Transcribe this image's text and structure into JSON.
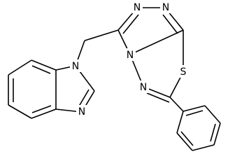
{
  "molecule": {
    "atoms": [
      {
        "id": "N_tri_top_left",
        "symbol": "N"
      },
      {
        "id": "N_tri_top_right",
        "symbol": "N"
      },
      {
        "id": "N_bzim_1",
        "symbol": "N"
      },
      {
        "id": "N_bzim_3",
        "symbol": "N"
      },
      {
        "id": "N_bridge",
        "symbol": "N"
      },
      {
        "id": "N_thiadiazole",
        "symbol": "N"
      },
      {
        "id": "S_thiadiazole",
        "symbol": "S"
      }
    ]
  }
}
